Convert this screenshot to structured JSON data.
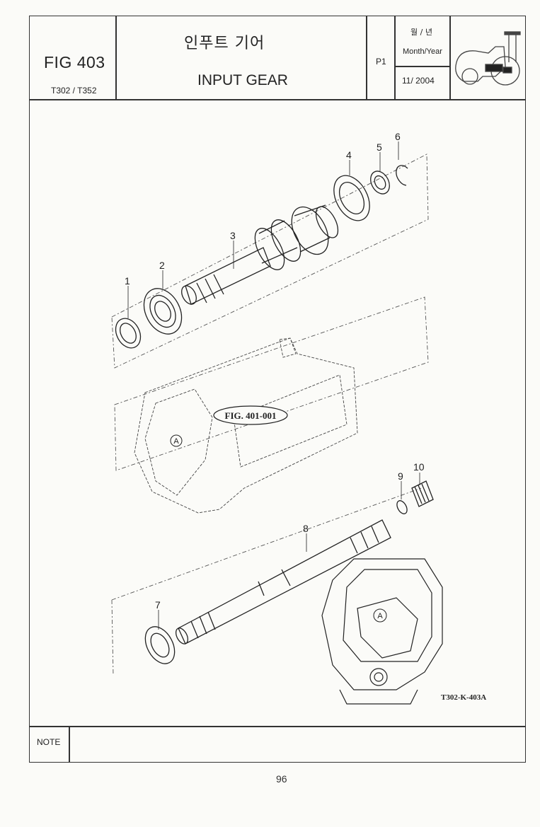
{
  "header": {
    "fig_number": "FIG 403",
    "models": "T302 / T352",
    "title_ko": "인푸트 기어",
    "title_en": "INPUT GEAR",
    "page_code": "P1",
    "month_year_ko": "월 / 년",
    "month_year_en": "Month/Year",
    "date": "11/ 2004"
  },
  "drawing": {
    "reference_label": "FIG. 401-001",
    "drawing_code": "T302-K-403A",
    "marker": "A",
    "callouts": [
      "1",
      "2",
      "3",
      "4",
      "5",
      "6",
      "7",
      "8",
      "9",
      "10"
    ]
  },
  "note_label": "NOTE",
  "page_number": "96"
}
